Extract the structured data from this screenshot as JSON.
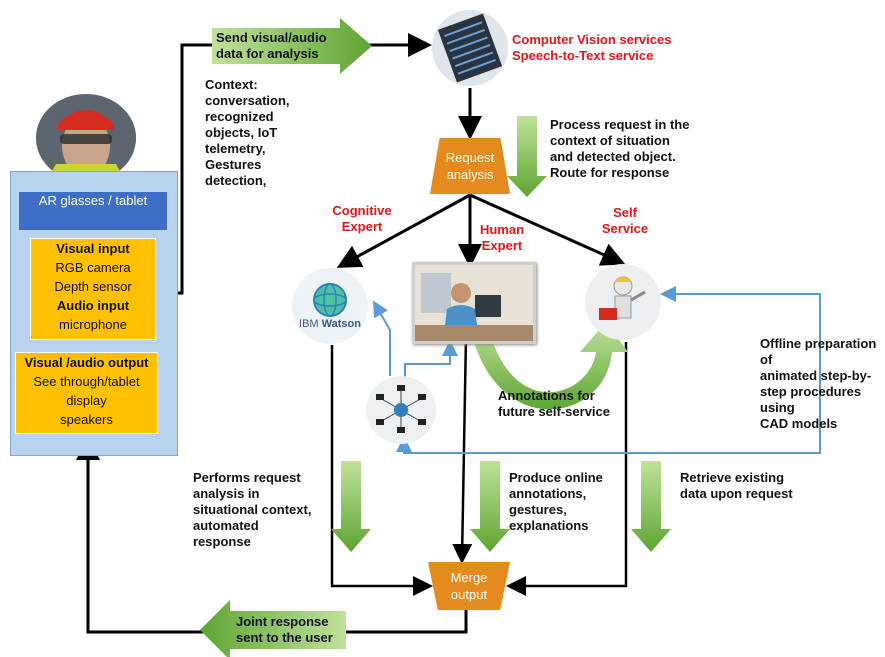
{
  "device": {
    "ar_label": "AR glasses / tablet",
    "input_box": {
      "visual_title": "Visual input",
      "visual_line1": "RGB camera",
      "visual_line2": "Depth sensor",
      "audio_title": "Audio input",
      "audio_line1": "microphone"
    },
    "output_box": {
      "title": "Visual /audio output",
      "line1": "See through/tablet",
      "line2": "display",
      "line3": "speakers"
    }
  },
  "send_arrow": {
    "line1": "Send visual/audio",
    "line2": "data for analysis"
  },
  "context": [
    "Context:",
    "conversation,",
    "recognized",
    "objects, IoT",
    "telemetry,",
    "Gestures",
    "detection,"
  ],
  "cloud_services": [
    "Computer Vision services",
    "Speech-to-Text service"
  ],
  "process_text": [
    "Process request in the",
    "context of situation",
    "and detected object.",
    "Route for response"
  ],
  "request_analysis": [
    "Request",
    "analysis"
  ],
  "cognitive": [
    "Cognitive",
    "Expert"
  ],
  "human": [
    "Human",
    "Expert"
  ],
  "self_service": [
    "Self",
    "Service"
  ],
  "watson": {
    "ibm": "IBM",
    "name": "Watson"
  },
  "annotations_future": [
    "Annotations for",
    "future self-service"
  ],
  "offline": [
    "Offline preparation of",
    "animated step-by-",
    "step procedures using",
    "CAD models"
  ],
  "performs": [
    "Performs request",
    "analysis in",
    "situational context,",
    "automated",
    "response"
  ],
  "produce": [
    "Produce online",
    "annotations,",
    "gestures,",
    "explanations"
  ],
  "retrieve": [
    "Retrieve existing",
    "data upon request"
  ],
  "merge": [
    "Merge",
    "output"
  ],
  "joint": [
    "Joint response",
    "sent to the user"
  ],
  "colors": {
    "red_label": "#e4161b",
    "orange": "#e58a1e",
    "green": "#6fb33f",
    "blue_panel": "#b9d3ee",
    "yellow": "#ffc000",
    "blue_link": "#5b9bd5"
  }
}
